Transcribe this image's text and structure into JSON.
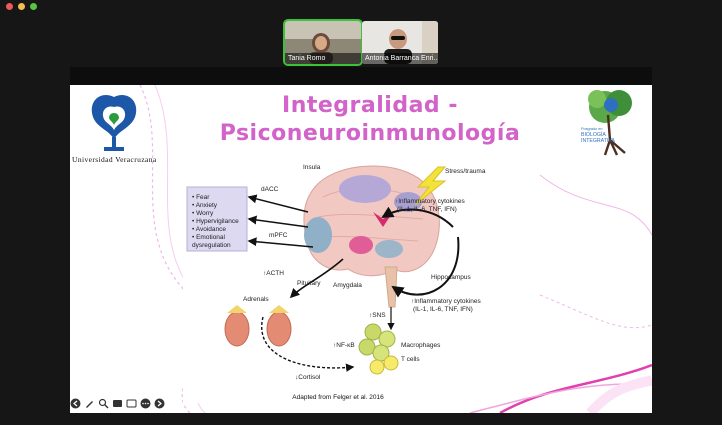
{
  "window": {
    "traffic_lights": {
      "close": "#ed5b57",
      "minimize": "#f4be4f",
      "zoom": "#59c33f"
    }
  },
  "participants": [
    {
      "name": "Tania Romo",
      "active": true
    },
    {
      "name": "Antonia Barranca Enri...",
      "active": false
    }
  ],
  "slide": {
    "title_line1": "Integralidad -",
    "title_line2": "Psiconeuroinmunología",
    "logo_left_label": "Universidad Veracruzana",
    "logo_right_small": "Posgrado en",
    "logo_right_line1": "BIOLOGÍA",
    "logo_right_line2": "INTEGRATIVA",
    "figure": {
      "symptoms": [
        "• Fear",
        "• Anxiety",
        "• Worry",
        "• Hypervigilance",
        "• Avoidance",
        "• Emotional",
        "  dysregulation"
      ],
      "labels": {
        "insula": "Insula",
        "dacc": "dACC",
        "mpfc": "mPFC",
        "stress": "Stress/trauma",
        "cytokines_top_1": "↑Inflammatory cytokines",
        "cytokines_top_2": "(IL-1, IL-6, TNF, IFN)",
        "pituitary": "Pituitary",
        "acth": "↑ACTH",
        "adrenals": "Adrenals",
        "amygdala": "Amygdala",
        "hippocampus": "Hippocampus",
        "cytokines_bottom_1": "↑Inflammatory cytokines",
        "cytokines_bottom_2": "(IL-1, IL-6, TNF, IFN)",
        "sns": "↑SNS",
        "nfkb": "↑NF-κB",
        "macrophages": "Macrophages",
        "tcells": "T cells",
        "cortisol": "↓Cortisol"
      },
      "caption": "Adapted from Felger et al. 2016"
    }
  },
  "colors": {
    "title": "#d163c9",
    "accent_pink": "#e040b0",
    "speaker_border": "#3cc13b"
  },
  "toolbar_icons": [
    "back-arrow-icon",
    "pen-icon",
    "zoom-icon",
    "captions-icon",
    "captions-alt-icon",
    "more-icon",
    "forward-arrow-icon"
  ]
}
